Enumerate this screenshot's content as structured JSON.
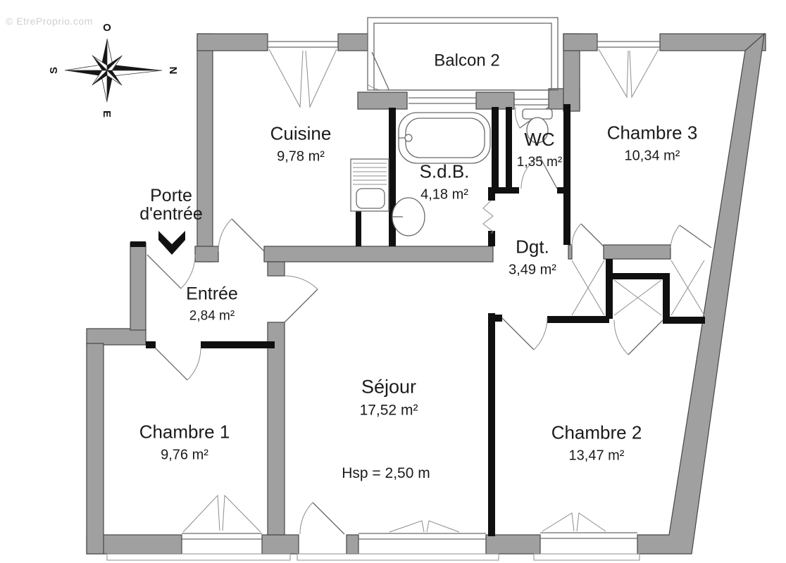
{
  "watermark": "© EtreProprio.com",
  "compass": {
    "top": "O",
    "right": "N",
    "left": "S",
    "bottom": "E"
  },
  "entrance_pointer": {
    "line1": "Porte",
    "line2": "d'entrée"
  },
  "rooms": [
    {
      "name": "Balcon 2",
      "area": ""
    },
    {
      "name": "Cuisine",
      "area": "9,78 m²"
    },
    {
      "name": "S.d.B.",
      "area": "4,18 m²"
    },
    {
      "name": "WC",
      "area": "1,35 m²"
    },
    {
      "name": "Chambre 3",
      "area": "10,34 m²"
    },
    {
      "name": "Entrée",
      "area": "2,84 m²"
    },
    {
      "name": "Dgt.",
      "area": "3,49 m²"
    },
    {
      "name": "Chambre 1",
      "area": "9,76 m²"
    },
    {
      "name": "Séjour",
      "area": "17,52 m²",
      "ceiling_note": "Hsp = 2,50 m"
    },
    {
      "name": "Chambre 2",
      "area": "13,47 m²"
    }
  ],
  "colors": {
    "exterior_wall": "#a0a0a0",
    "partition": "#101010",
    "thin_line": "#6a6a6a",
    "text": "#1b1b1b",
    "watermark": "#d0d0d0"
  }
}
